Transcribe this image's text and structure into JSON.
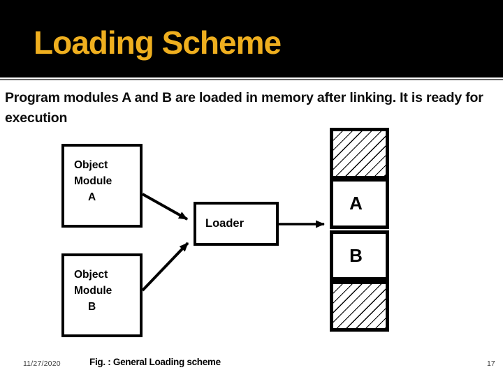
{
  "slide": {
    "title": "Loading Scheme",
    "intro": "Program modules A and B are loaded in memory after linking. It is ready for execution",
    "diagram": {
      "module_a": {
        "lines": [
          "Object",
          "Module",
          "A"
        ]
      },
      "module_b": {
        "lines": [
          "Object",
          "Module",
          "B"
        ]
      },
      "loader": {
        "label": "Loader"
      },
      "memory": {
        "segment_a_label": "A",
        "segment_b_label": "B",
        "hatched_segments": 2
      }
    },
    "footer": {
      "date": "11/27/2020",
      "caption": "Fig. : General Loading scheme",
      "page_number": "17"
    },
    "colors": {
      "banner_background": "#000000",
      "title_text": "#efaf1f",
      "divider": "#666666",
      "body_text": "#0d0d0d",
      "diagram_lines": "#000000"
    }
  }
}
